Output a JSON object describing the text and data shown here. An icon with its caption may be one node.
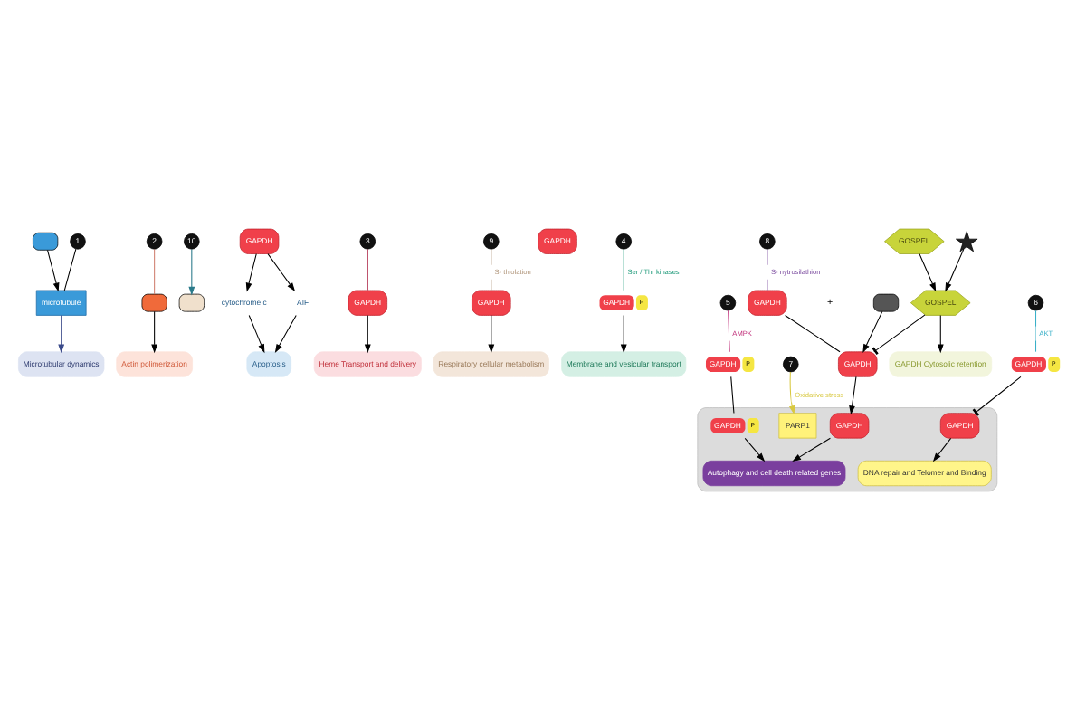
{
  "diagram": {
    "nodes": [
      {
        "text": [
          "Microtubular dynamics"
        ]
      },
      {
        "text": [
          "Actin polimerization"
        ]
      },
      {
        "text": [],
        "shape": "box"
      },
      {
        "text": [
          "GAPDH"
        ]
      },
      {
        "text": [
          "cytochrome c"
        ]
      },
      {
        "text": [
          "AIF"
        ]
      },
      {
        "text": [
          "Apoptosis"
        ]
      },
      {
        "text": [
          "microtubule"
        ]
      },
      {
        "text": [],
        "shape": "box"
      },
      {
        "text": [
          "Heme Transport and delivery"
        ]
      },
      {
        "text": [],
        "shape": "box"
      },
      {
        "text": [
          "GAPDH"
        ]
      },
      {
        "text": [
          "GAPDH"
        ]
      },
      {
        "text": [
          "GAPDH"
        ]
      },
      {
        "text": [
          "1"
        ]
      },
      {
        "text": [
          "2"
        ]
      },
      {
        "text": [
          "3"
        ]
      },
      {
        "text": [
          "4"
        ]
      },
      {
        "text": [
          "5"
        ]
      },
      {
        "text": [
          "6"
        ]
      },
      {
        "text": [
          "7"
        ]
      },
      {
        "text": [
          "8"
        ]
      },
      {
        "text": [
          "9"
        ]
      },
      {
        "text": [
          "10"
        ]
      },
      {
        "text": [
          "Respiratory cellular metabolism"
        ]
      },
      {
        "text": [
          "GAPDH"
        ],
        "beside": [
          "P"
        ]
      },
      {
        "text": [
          "Membrane and vesicular transport"
        ]
      },
      {
        "text": [
          "GOSPEL"
        ]
      },
      {
        "text": [],
        "shape": "star"
      },
      {
        "text": [
          "GAPDH"
        ]
      },
      {
        "text": [],
        "shape": "box"
      },
      {
        "text": [
          "GOSPEL"
        ]
      },
      {
        "text": [
          "GAPDH"
        ]
      },
      {
        "text": [
          "GAPDH"
        ],
        "beside": [
          "P"
        ]
      },
      {
        "text": [
          "GAPDH"
        ],
        "beside": [
          "P"
        ]
      },
      {
        "text": [
          "GAPDH Cytosolic retention"
        ]
      },
      {
        "text": [],
        "shape": "box"
      },
      {
        "text": [
          "PARP1"
        ],
        "in": 36
      },
      {
        "text": [
          "GAPDH"
        ],
        "in": 36
      },
      {
        "text": [
          "GAPDH"
        ],
        "beside": [
          "P"
        ],
        "in": 36
      },
      {
        "text": [
          "DNA repair and Telomer and Binding"
        ],
        "in": 36
      },
      {
        "text": [
          "GAPDH"
        ],
        "in": 36
      },
      {
        "text": [
          "Autophagy and cell death related genes"
        ],
        "in": 36
      }
    ],
    "edges": [
      {
        "from": 23,
        "to": 2,
        "arrow": "to",
        "color": "#2a7a8a"
      },
      {
        "from": 14,
        "to": 7,
        "arrow": "none"
      },
      {
        "from": 7,
        "to": 0,
        "arrow": "to",
        "color": "#3a4a8a"
      },
      {
        "from": 8,
        "to": 7,
        "arrow": "to"
      },
      {
        "from": 15,
        "to": 10,
        "arrow": "none",
        "color": "#d08070"
      },
      {
        "from": 10,
        "to": 1,
        "arrow": "to"
      },
      {
        "from": 16,
        "to": 11,
        "arrow": "none",
        "color": "#b03050"
      },
      {
        "from": 11,
        "to": 9,
        "arrow": "to"
      },
      {
        "from": 17,
        "to": 25,
        "arrow": "none",
        "label": "Ser / Thr kinases",
        "color": "#1f9a7a"
      },
      {
        "from": 25,
        "to": 26,
        "arrow": "to"
      },
      {
        "from": 18,
        "to": 34,
        "arrow": "none",
        "label": "AMPK",
        "color": "#c0307a"
      },
      {
        "from": 34,
        "to": 39,
        "arrow": "none"
      },
      {
        "from": 39,
        "to": 42,
        "arrow": "to"
      },
      {
        "from": 19,
        "to": 33,
        "arrow": "none",
        "label": "AKT",
        "color": "#3ab0c8"
      },
      {
        "from": 33,
        "to": 38,
        "arrow": "other"
      },
      {
        "from": 20,
        "to": 37,
        "arrow": "to",
        "label": "Oxidative stress",
        "color": "#d8c840"
      },
      {
        "from": 21,
        "to": 29,
        "arrow": "none",
        "label": "S- nytrosilathion",
        "color": "#7a4a9e"
      },
      {
        "from": 22,
        "to": 12,
        "arrow": "none",
        "label": "S- thiolation",
        "color": "#b0957a"
      },
      {
        "from": 12,
        "to": 24,
        "arrow": "to"
      },
      {
        "from": 3,
        "to": 4,
        "arrow": "to"
      },
      {
        "from": 3,
        "to": 5,
        "arrow": "to"
      },
      {
        "from": 4,
        "to": 6,
        "arrow": "to"
      },
      {
        "from": 5,
        "to": 6,
        "arrow": "to"
      },
      {
        "from": 27,
        "to": 31,
        "arrow": "to"
      },
      {
        "from": 28,
        "to": 31,
        "arrow": "to"
      },
      {
        "from": 31,
        "to": 35,
        "arrow": "to"
      },
      {
        "from": 31,
        "to": 32,
        "arrow": "other"
      },
      {
        "from": 29,
        "to": 32,
        "arrow": "none"
      },
      {
        "from": 30,
        "to": 32,
        "arrow": "to"
      },
      {
        "from": 32,
        "to": 41,
        "arrow": "to"
      },
      {
        "from": 41,
        "to": 42,
        "arrow": "to"
      },
      {
        "from": 38,
        "to": 40,
        "arrow": "to"
      }
    ],
    "labels": [
      "+"
    ]
  }
}
